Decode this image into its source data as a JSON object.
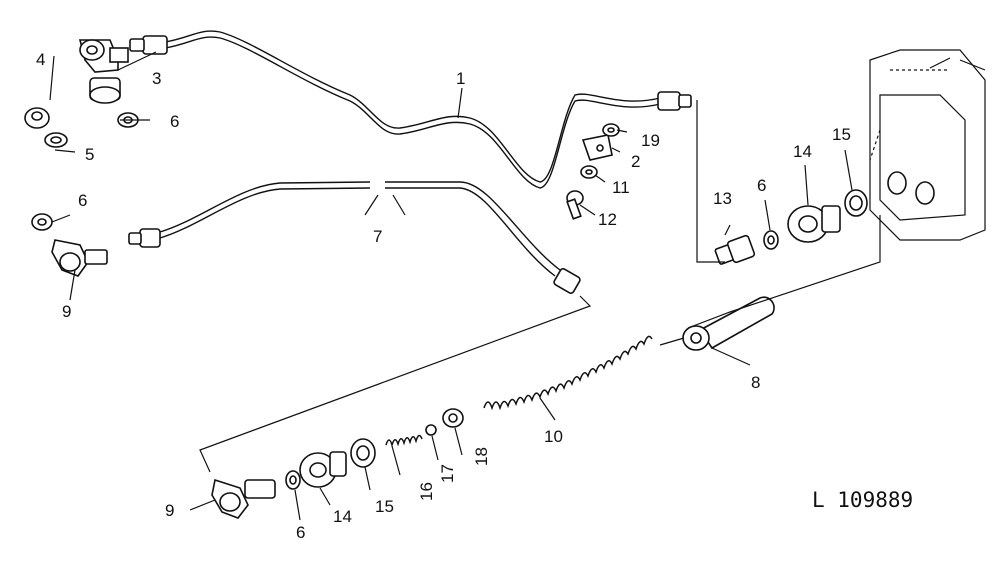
{
  "callouts": {
    "c1": "1",
    "c2": "2",
    "c3": "3",
    "c4": "4",
    "c5": "5",
    "c6a": "6",
    "c6b": "6",
    "c6c": "6",
    "c6d": "6",
    "c7": "7",
    "c8": "8",
    "c9a": "9",
    "c9b": "9",
    "c10": "10",
    "c11": "11",
    "c12": "12",
    "c13": "13",
    "c14a": "14",
    "c14b": "14",
    "c15a": "15",
    "c15b": "15",
    "c16": "16",
    "c17": "17",
    "c18": "18",
    "c19": "19"
  },
  "reference": "L 109889"
}
